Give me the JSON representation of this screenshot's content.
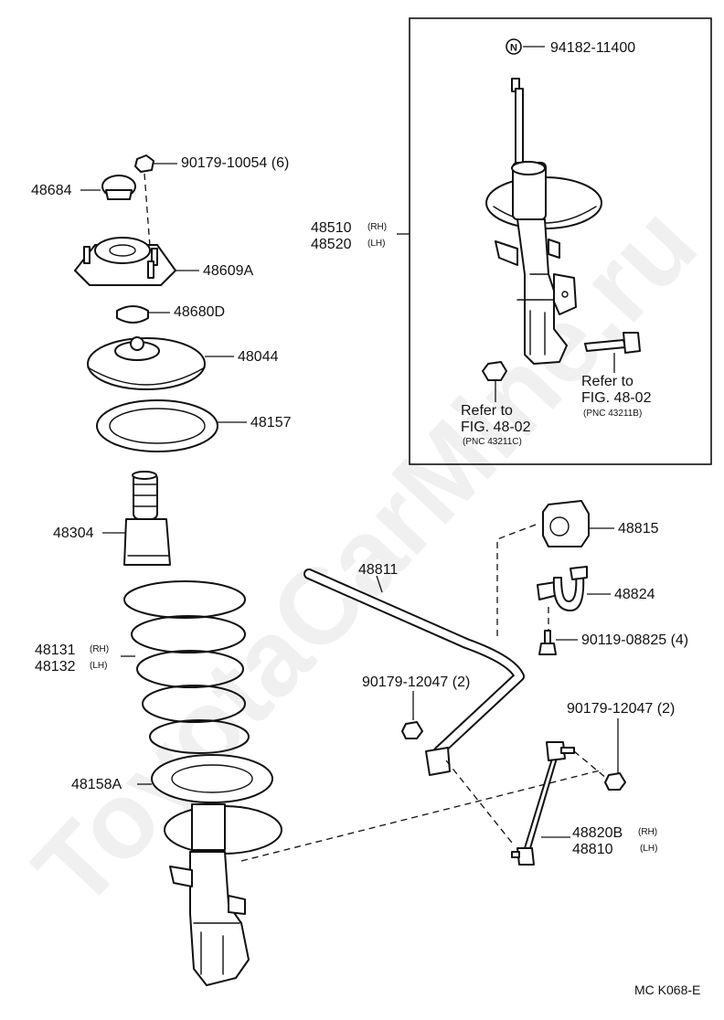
{
  "watermark": "ToyotaCarMine.ru",
  "diagram_code": "MC K068-E",
  "labels": {
    "p94182": "94182-11400",
    "p90179_10054": "90179-10054 (6)",
    "p48684": "48684",
    "p48609A": "48609A",
    "p48680D": "48680D",
    "p48044": "48044",
    "p48157": "48157",
    "p48304": "48304",
    "p48131": "48131",
    "p48131_side": "(RH)",
    "p48132": "48132",
    "p48132_side": "(LH)",
    "p48158A": "48158A",
    "p48510": "48510",
    "p48510_side": "(RH)",
    "p48520": "48520",
    "p48520_side": "(LH)",
    "p48815": "48815",
    "p48811": "48811",
    "p48824": "48824",
    "p90119": "90119-08825 (4)",
    "p90179_12047_left": "90179-12047 (2)",
    "p90179_12047_right": "90179-12047 (2)",
    "p48820B": "48820B",
    "p48820B_side": "(RH)",
    "p48810": "48810",
    "p48810_side": "(LH)"
  },
  "refer_left": {
    "line1": "Refer to",
    "line2": "FIG. 48-02",
    "line3": "(PNC 43211C)"
  },
  "refer_right": {
    "line1": "Refer to",
    "line2": "FIG. 48-02",
    "line3": "(PNC 43211B)"
  },
  "n_badge": "N"
}
